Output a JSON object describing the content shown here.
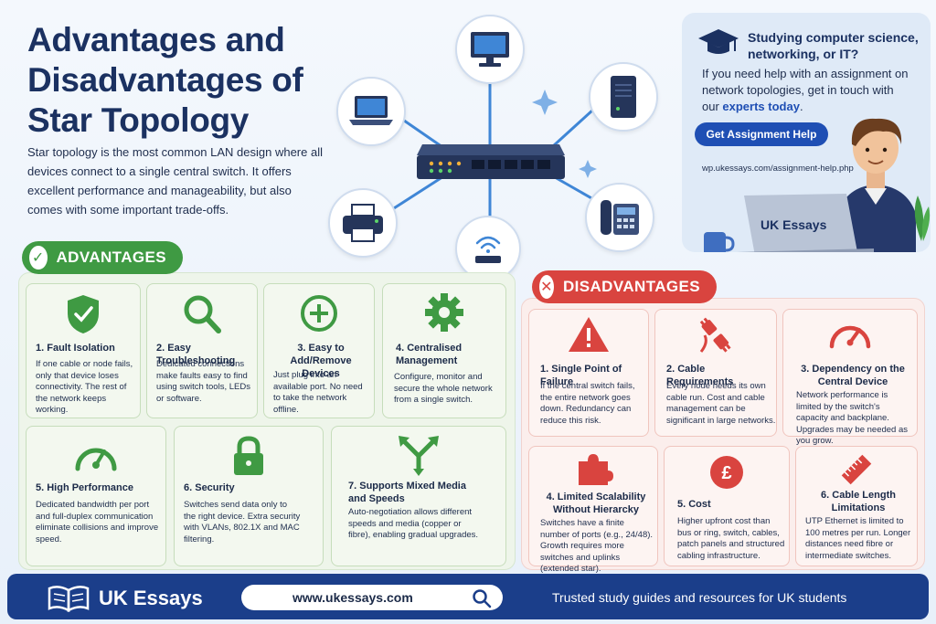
{
  "title": "Advantages and Disadvantages of Star Topology",
  "intro": "Star topology is the most common LAN design where all devices connect to a single central switch. It offers excellent performance and manageability, but also comes with some important trade-offs.",
  "promo": {
    "heading": "Studying computer science, networking, or IT?",
    "body_start": "If you need help with an assignment on network topologies, get in touch with our ",
    "body_link": "experts today",
    "body_end": ".",
    "button": "Get Assignment Help",
    "url": "wp.ukessays.com/assignment-help.php",
    "laptop_brand": "UK Essays"
  },
  "advantages": {
    "label": "ADVANTAGES",
    "items": [
      {
        "title": "1. Fault Isolation",
        "desc": "If one cable or node fails, only that device loses connectivity. The rest of the network keeps working.",
        "icon": "shield-check-icon"
      },
      {
        "title": "2. Easy Troubleshooting",
        "desc": "Dedicated connections make faults easy to find using switch tools, LEDs or software.",
        "icon": "magnifier-icon"
      },
      {
        "title": "3. Easy to Add/Remove Devices",
        "desc": "Just plug into an available port. No need to take the network offline.",
        "icon": "plus-circle-icon"
      },
      {
        "title": "4. Centralised Management",
        "desc": "Configure, monitor and secure the whole network from a single switch.",
        "icon": "gear-icon"
      },
      {
        "title": "5. High Performance",
        "desc": "Dedicated bandwidth per port and full-duplex communication eliminate collisions and improve speed.",
        "icon": "speedometer-icon"
      },
      {
        "title": "6. Security",
        "desc": "Switches send data only to the right device. Extra security with VLANs, 802.1X and MAC filtering.",
        "icon": "padlock-icon"
      },
      {
        "title": "7. Supports Mixed Media and Speeds",
        "desc": "Auto-negotiation allows different speeds and media (copper or fibre), enabling gradual upgrades.",
        "icon": "arrows-icon"
      }
    ]
  },
  "disadvantages": {
    "label": "DISADVANTAGES",
    "items": [
      {
        "title": "1. Single Point of Failure",
        "desc": "If the central switch fails, the entire network goes down. Redundancy can reduce this risk.",
        "icon": "warning-icon"
      },
      {
        "title": "2. Cable Requirements",
        "desc": "Every node needs its own cable run. Cost and cable management can be significant in large networks.",
        "icon": "cable-plug-icon"
      },
      {
        "title": "3. Dependency on the Central Device",
        "desc": "Network performance is limited by the switch's capacity and backplane. Upgrades may be needed as you grow.",
        "icon": "gauge-icon"
      },
      {
        "title": "4. Limited Scalability Without Hierarcky",
        "desc": "Switches have a finite number of ports (e.g., 24/48). Growth requires more switches and uplinks (extended star).",
        "icon": "puzzle-icon"
      },
      {
        "title": "5. Cost",
        "desc": "Higher upfront cost than bus or ring, switch, cables, patch panels and structured cabling infrastructure.",
        "icon": "pound-icon"
      },
      {
        "title": "6. Cable Length Limitations",
        "desc": "UTP Ethernet is limited to 100 metres per run. Longer distances need fibre or intermediate switches.",
        "icon": "ruler-icon"
      }
    ]
  },
  "footer": {
    "brand": "UK Essays",
    "url": "www.ukessays.com",
    "tagline": "Trusted study guides and resources for UK students"
  },
  "colors": {
    "navy": "#1b3161",
    "green": "#3f9a43",
    "red": "#d9443f",
    "blue": "#1f4fb4",
    "footer": "#1b3e8a"
  }
}
